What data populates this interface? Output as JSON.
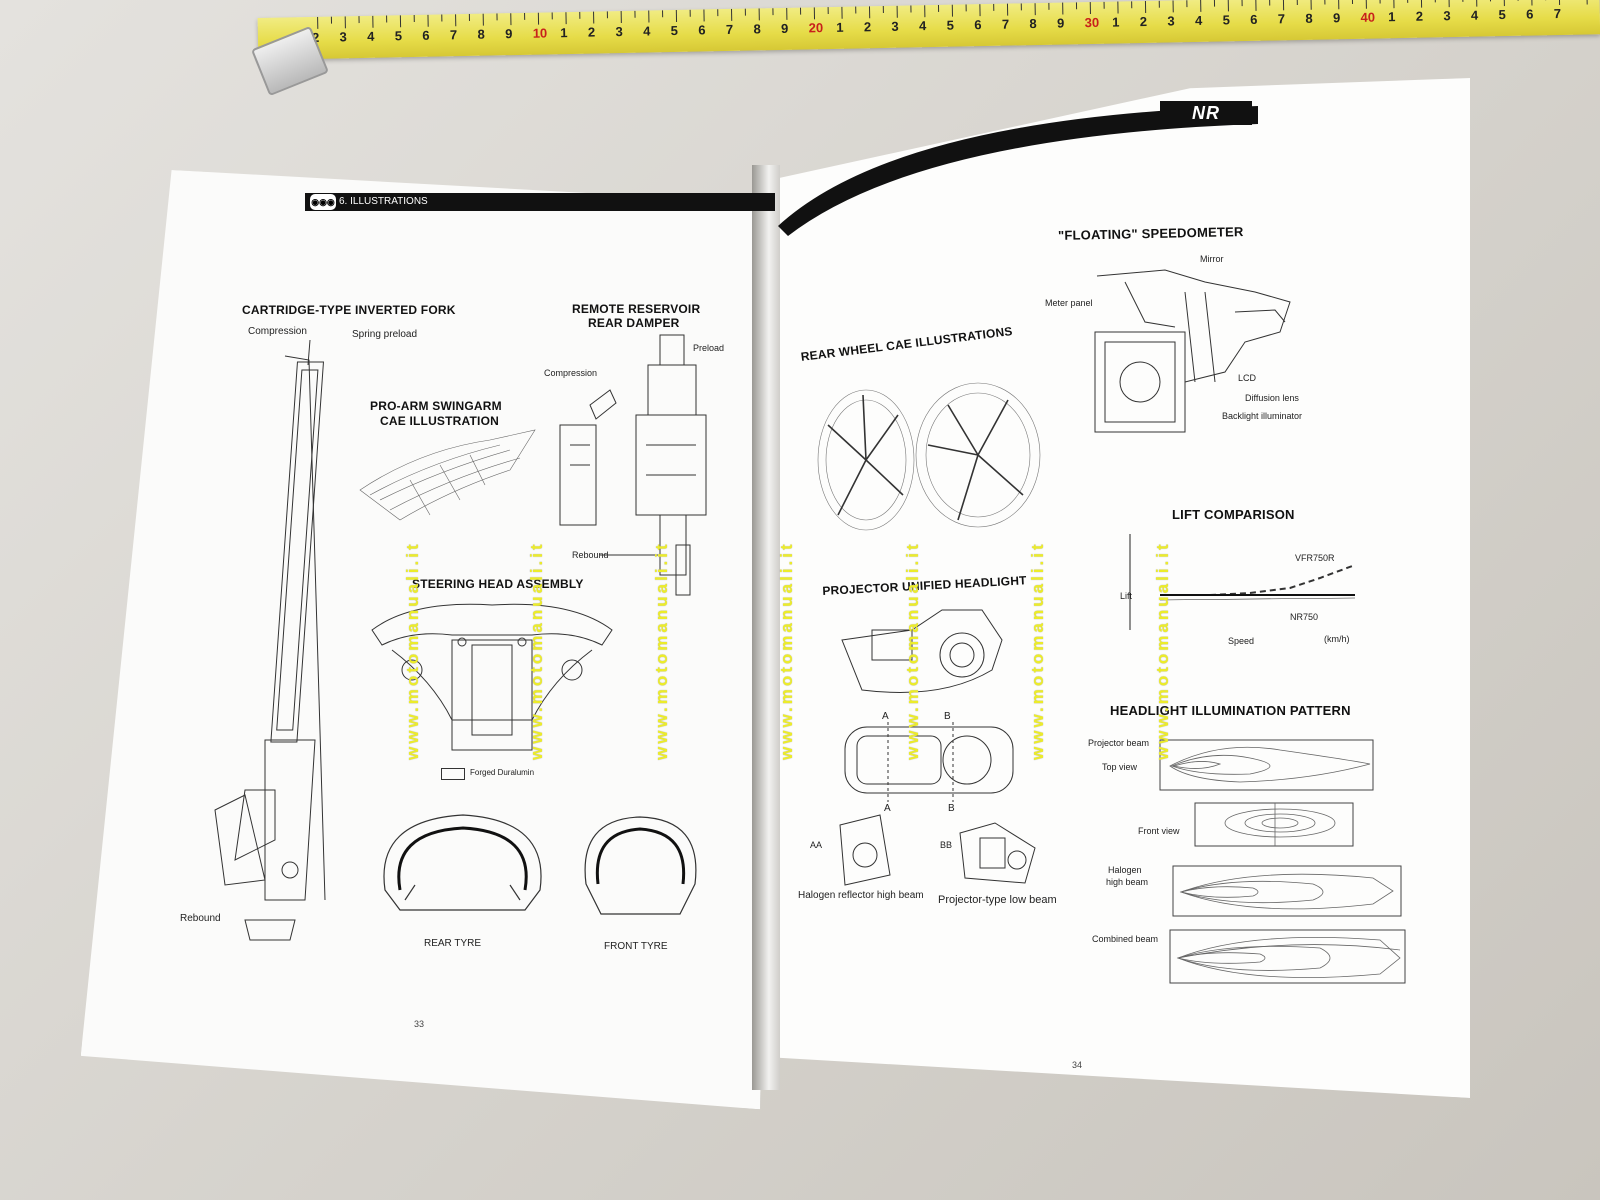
{
  "tape": {
    "numbers": [
      "2",
      "3",
      "4",
      "5",
      "6",
      "7",
      "8",
      "9",
      "10",
      "1",
      "2",
      "3",
      "4",
      "5",
      "6",
      "7",
      "8",
      "9",
      "20",
      "1",
      "2",
      "3",
      "4",
      "5",
      "6",
      "7",
      "8",
      "9",
      "30",
      "1",
      "2",
      "3",
      "4",
      "5",
      "6",
      "7",
      "8",
      "9",
      "40",
      "1",
      "2",
      "3",
      "4",
      "5",
      "6",
      "7"
    ]
  },
  "left_page": {
    "section_title": "6. ILLUSTRATIONS",
    "page_number": "33",
    "fork": {
      "title": "CARTRIDGE-TYPE INVERTED FORK",
      "compression": "Compression",
      "spring_preload": "Spring preload",
      "rebound": "Rebound"
    },
    "swingarm": {
      "title_line1": "PRO-ARM SWINGARM",
      "title_line2": "CAE ILLUSTRATION"
    },
    "damper": {
      "title_line1": "REMOTE RESERVOIR",
      "title_line2": "REAR DAMPER",
      "compression": "Compression",
      "preload": "Preload",
      "rebound": "Rebound"
    },
    "steering": {
      "title": "STEERING HEAD ASSEMBLY",
      "legend": "Forged Duralumin"
    },
    "tyres": {
      "rear": "REAR TYRE",
      "front": "FRONT TYRE"
    }
  },
  "right_page": {
    "logo": "NR",
    "page_number": "34",
    "speedometer": {
      "title": "\"FLOATING\" SPEEDOMETER",
      "mirror": "Mirror",
      "meter_panel": "Meter panel",
      "lcd": "LCD",
      "diffusion_lens": "Diffusion lens",
      "backlight": "Backlight illuminator"
    },
    "rear_wheel": {
      "title": "REAR WHEEL CAE ILLUSTRATIONS"
    },
    "lift": {
      "title": "LIFT COMPARISON",
      "ylabel": "Lift",
      "xlabel": "Speed",
      "unit": "(km/h)",
      "series_a": "VFR750R",
      "series_b": "NR750"
    },
    "headlight": {
      "title": "PROJECTOR UNIFIED HEADLIGHT",
      "a": "A",
      "b": "B",
      "aa": "AA",
      "bb": "BB",
      "halogen_label": "Halogen reflector high beam",
      "projector_label": "Projector-type low beam"
    },
    "pattern": {
      "title": "HEADLIGHT ILLUMINATION PATTERN",
      "projector_beam": "Projector beam",
      "top_view": "Top view",
      "front_view": "Front view",
      "halogen_line1": "Halogen",
      "halogen_line2": "high beam",
      "combined": "Combined beam"
    }
  },
  "watermark": "www.motomanuali.it"
}
